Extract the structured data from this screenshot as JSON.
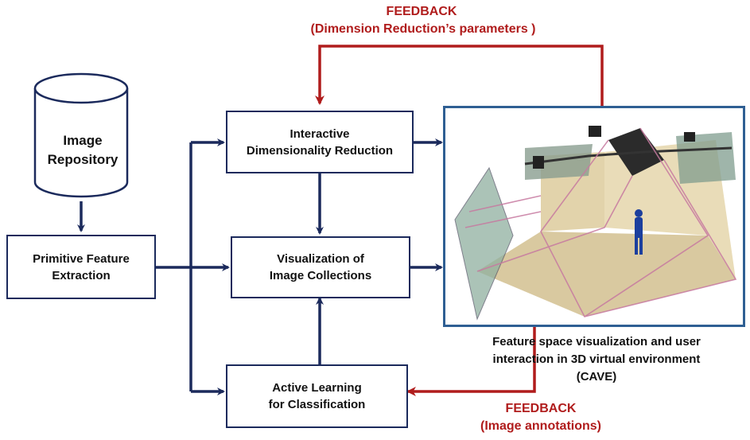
{
  "feedback_top": {
    "title": "FEEDBACK",
    "subtitle": "(Dimension Reduction’s parameters )"
  },
  "repository": {
    "line1": "Image",
    "line2": "Repository"
  },
  "primitive": {
    "line1": "Primitive Feature",
    "line2": "Extraction"
  },
  "interactive": {
    "line1": "Interactive",
    "line2": "Dimensionality Reduction"
  },
  "visualization": {
    "line1": "Visualization of",
    "line2": "Image Collections"
  },
  "active": {
    "line1": "Active Learning",
    "line2": "for Classification"
  },
  "cave_caption": {
    "line1": "Feature space visualization and user",
    "line2": "interaction in 3D virtual environment",
    "line3": "(CAVE)"
  },
  "feedback_bottom": {
    "title": "FEEDBACK",
    "subtitle": "(Image annotations)"
  },
  "colors": {
    "arrow_blue": "#1b2a5c",
    "feedback_red": "#b01c1c",
    "frame_blue": "#2f5f93"
  }
}
